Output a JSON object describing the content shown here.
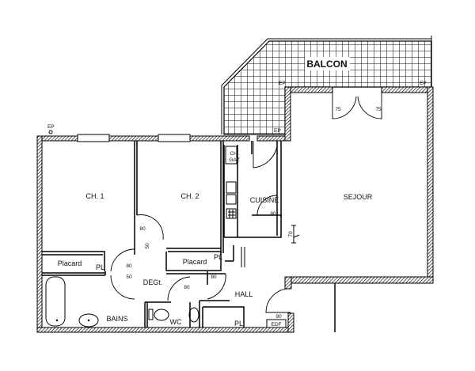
{
  "rooms": {
    "ch1": "CH. 1",
    "ch2": "CH. 2",
    "chgaz_1": "CH.",
    "chgaz_2": "GAZ",
    "cuisine": "CUISINE",
    "sejour": "SEJOUR",
    "balcon": "BALCON",
    "degt": "DEGt.",
    "hall": "HALL",
    "bains": "BAINS",
    "wc": "WC",
    "placard1": "Placard",
    "placard2": "Placard",
    "pl1": "PL",
    "pl2": "PL",
    "pl3": "PL",
    "edf": "EDF"
  },
  "markers": {
    "ep1": "EP",
    "ep2": "EP",
    "ep3": "EP",
    "ep4": "EP"
  },
  "dimensions": {
    "cuisine_door": "80",
    "sejour_door_left": "75",
    "sejour_door_right": "75",
    "sejour_opening": "70",
    "ch1_door": "80",
    "degt_niche": "50",
    "placard1_door_a": "80",
    "placard1_door_b": "50",
    "placard2_door": "80",
    "wc_door": "80",
    "entry_door": "90"
  }
}
